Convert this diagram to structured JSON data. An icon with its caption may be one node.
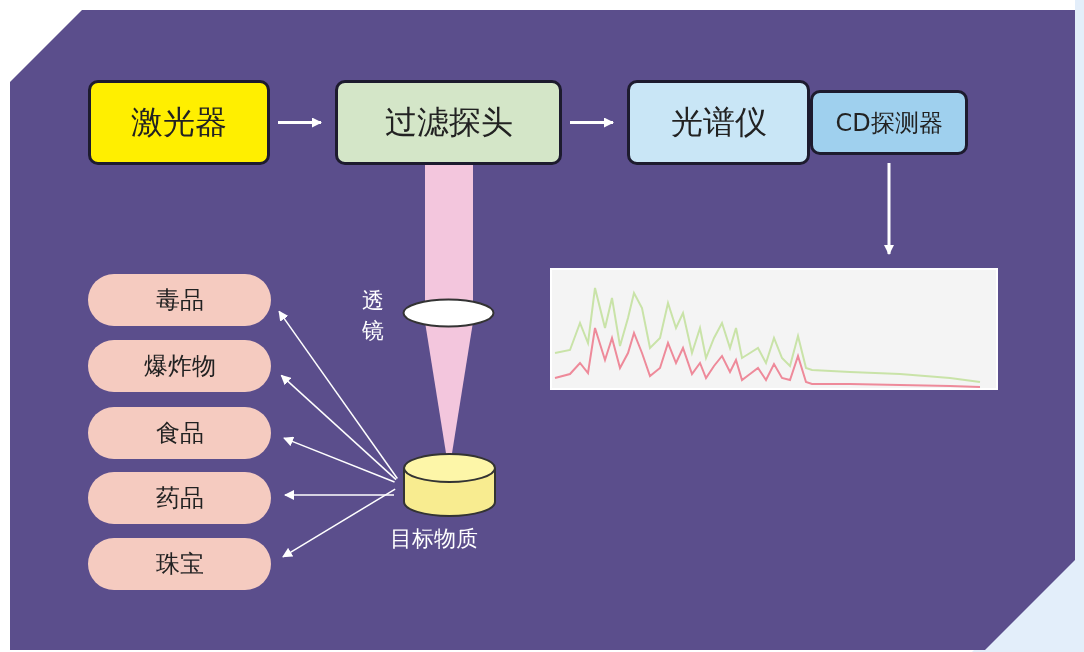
{
  "diagram": {
    "nodes": [
      {
        "text": [
          "激光器"
        ]
      },
      {
        "text": [
          "过滤探头"
        ]
      },
      {
        "text": [
          "光谱仪"
        ]
      },
      {
        "text": [
          "CD探测器"
        ]
      },
      {
        "text": [],
        "shape": "chart"
      },
      {
        "text": [],
        "shape": "ellipse",
        "beside": [
          "透镜"
        ]
      },
      {
        "text": [
          "目标物质"
        ]
      },
      {
        "text": [
          "毒品"
        ]
      },
      {
        "text": [
          "爆炸物"
        ]
      },
      {
        "text": [
          "食品"
        ]
      },
      {
        "text": [
          "药品"
        ]
      },
      {
        "text": [
          "珠宝"
        ]
      }
    ],
    "edges": [
      {
        "from": 0,
        "to": 1,
        "arrow": "to"
      },
      {
        "from": 1,
        "to": 2,
        "arrow": "to"
      },
      {
        "from": 3,
        "to": 4,
        "arrow": "to"
      },
      {
        "from": 6,
        "to": 7,
        "arrow": "to"
      },
      {
        "from": 6,
        "to": 8,
        "arrow": "to"
      },
      {
        "from": 6,
        "to": 9,
        "arrow": "to"
      },
      {
        "from": 6,
        "to": 10,
        "arrow": "to"
      },
      {
        "from": 6,
        "to": 11,
        "arrow": "to"
      }
    ]
  }
}
